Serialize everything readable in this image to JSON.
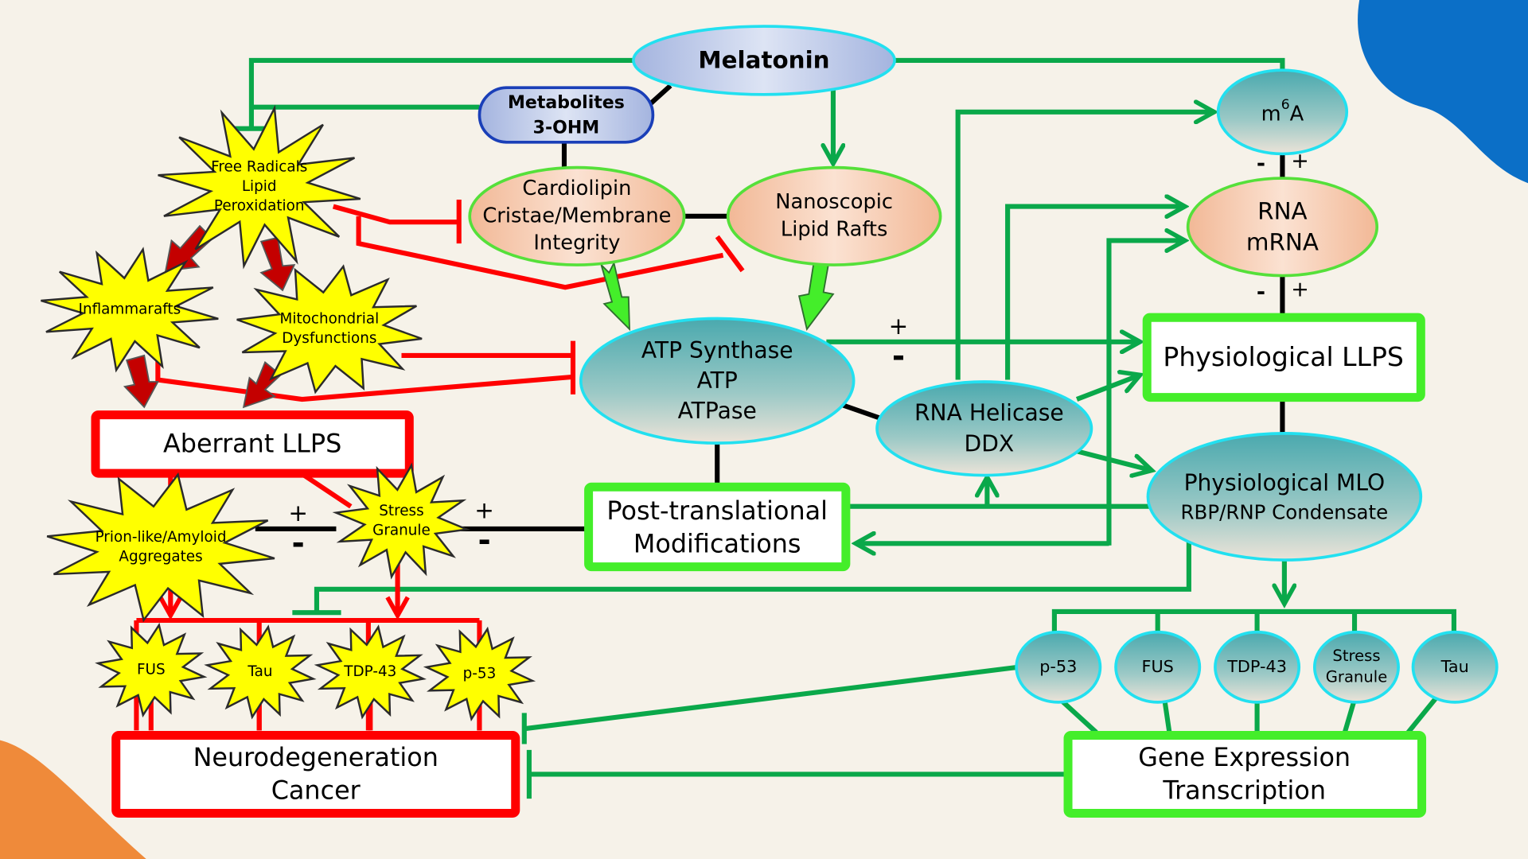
{
  "colors": {
    "background": "#f6f2e9",
    "activation_line": "#0aa84a",
    "inhibition_line": "#ff0000",
    "pathology_star": "#ffff00",
    "physiological_box": "#44ee2a",
    "pathological_box": "#ff0000",
    "node_teal": "#5aaeb2",
    "node_peach": "#f5c9a8",
    "melatonin_node": "#b6c4e6",
    "decor_blue": "#0b6fc7",
    "decor_orange": "#ef8a3a"
  },
  "nodes": {
    "melatonin": "Melatonin",
    "metabolites": [
      "Metabolites",
      "3-OHM"
    ],
    "cardiolipin": [
      "Cardiolipin",
      "Cristae/Membrane",
      "Integrity"
    ],
    "lipid_rafts": [
      "Nanoscopic",
      "Lipid Rafts"
    ],
    "atp": [
      "ATP Synthase",
      "ATP",
      "ATPase"
    ],
    "rna_helicase": [
      "RNA Helicase",
      "DDX"
    ],
    "m6a": {
      "base": "m",
      "sup": "6",
      "tail": "A"
    },
    "rna": [
      "RNA",
      "mRNA"
    ],
    "physiological_llps": "Physiological LLPS",
    "physiological_mlo": [
      "Physiological MLO",
      "RBP/RNP Condensate"
    ],
    "ptm": [
      "Post-translational",
      "Modifications"
    ],
    "gene_expression": [
      "Gene Expression",
      "Transcription"
    ],
    "aberrant_llps": "Aberrant LLPS",
    "neurodegeneration": [
      "Neurodegeneration",
      "Cancer"
    ],
    "free_radicals": [
      "Free Radicals",
      "Lipid",
      "Peroxidation"
    ],
    "inflammarafts": "Inflammarafts",
    "mito_dysfunction": [
      "Mitochondrial",
      "Dysfunctions"
    ],
    "prion": [
      "Prion-like/Amyloid",
      "Aggregates"
    ],
    "stress_granule": [
      "Stress",
      "Granule"
    ],
    "aberrant_proteins": [
      "FUS",
      "Tau",
      "TDP-43",
      "p-53"
    ],
    "physiological_proteins": [
      "p-53",
      "FUS",
      "TDP-43",
      "Stress Granule",
      "Tau"
    ]
  },
  "signs": {
    "plus": "+",
    "minus": "-"
  }
}
